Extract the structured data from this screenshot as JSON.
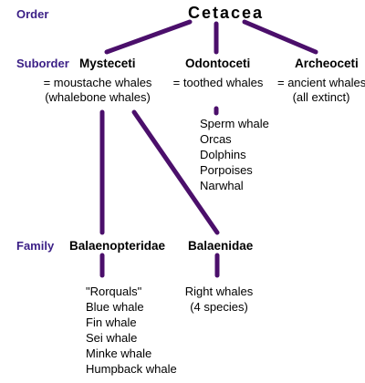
{
  "ranks": {
    "order": "Order",
    "suborder": "Suborder",
    "family": "Family"
  },
  "root": {
    "name": "Cetacea"
  },
  "suborders": [
    {
      "name": "Mysteceti",
      "desc1": "= moustache whales",
      "desc2": "(whalebone whales)"
    },
    {
      "name": "Odontoceti",
      "desc1": "= toothed whales"
    },
    {
      "name": "Archeoceti",
      "desc1": "= ancient whales",
      "desc2": "(all extinct)"
    }
  ],
  "odontoceti_members": [
    "Sperm whale",
    "Orcas",
    "Dolphins",
    "Porpoises",
    "Narwhal"
  ],
  "families": [
    {
      "name": "Balaenopteridae",
      "members": [
        "\"Rorquals\"",
        "Blue whale",
        "Fin whale",
        "Sei whale",
        "Minke whale",
        "Humpback whale"
      ]
    },
    {
      "name": "Balaenidae",
      "members": [
        "Right whales",
        "(4 species)"
      ]
    }
  ],
  "colors": {
    "rank_label": "#3b1f86",
    "connector": "#4b0f6b"
  }
}
